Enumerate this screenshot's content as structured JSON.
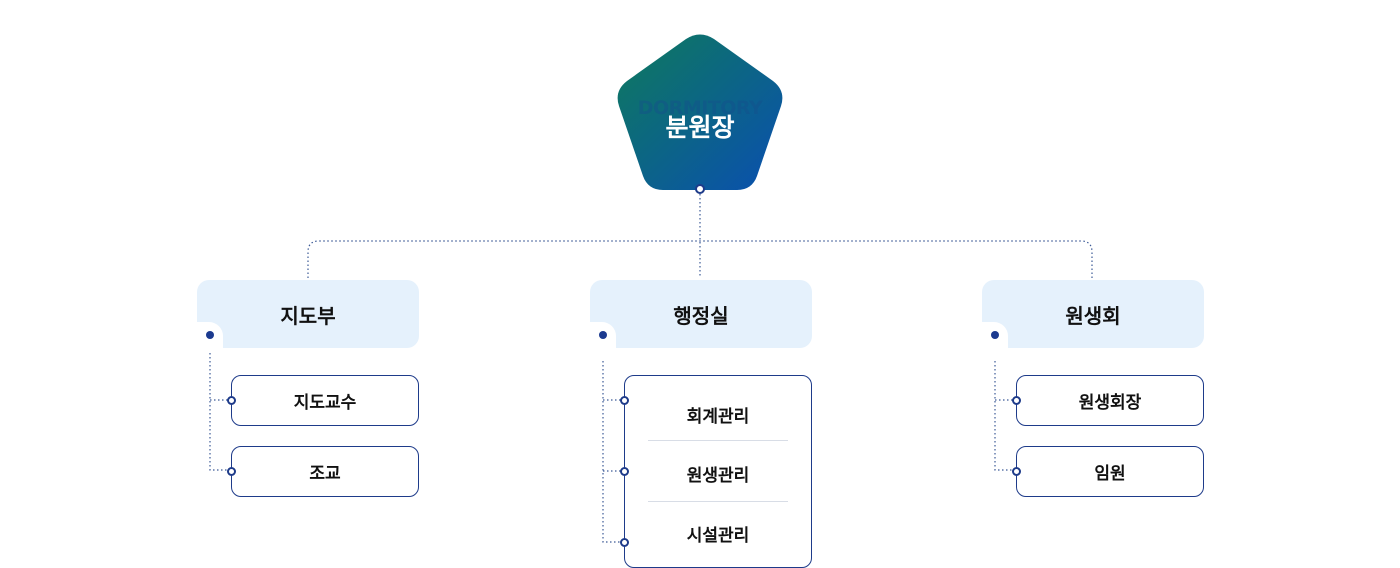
{
  "head": {
    "watermark": "DORMITORY",
    "title": "분원장"
  },
  "departments": [
    {
      "name": "지도부",
      "children": [
        "지도교수",
        "조교"
      ]
    },
    {
      "name": "행정실",
      "children": [
        "회계관리",
        "원생관리",
        "시설관리"
      ]
    },
    {
      "name": "원생회",
      "children": [
        "원생회장",
        "임원"
      ]
    }
  ],
  "colors": {
    "accent": "#1e3b8a",
    "dept_bg": "#e5f1fc",
    "gradient_start": "#0e7a5c",
    "gradient_end": "#0a4fb0"
  }
}
